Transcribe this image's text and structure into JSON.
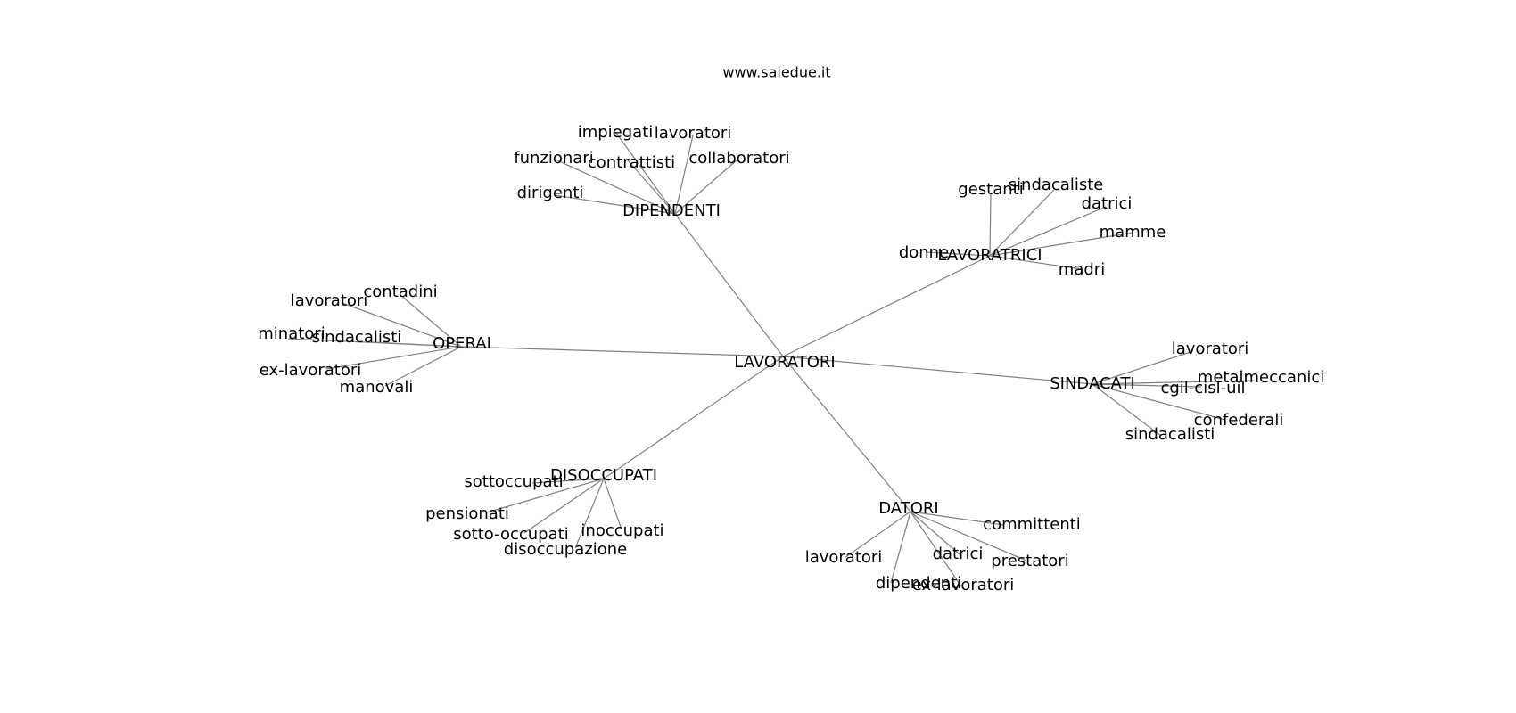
{
  "title": "www.saiedue.it",
  "graph": {
    "center": "LAVORATORI",
    "groups": [
      {
        "name": "DIPENDENTI",
        "children": [
          "impiegati",
          "lavoratori",
          "funzionari",
          "contrattisti",
          "collaboratori",
          "dirigenti"
        ]
      },
      {
        "name": "LAVORATRICI",
        "children": [
          "gestanti",
          "sindacaliste",
          "datrici",
          "mamme",
          "donne",
          "madri"
        ]
      },
      {
        "name": "OPERAI",
        "children": [
          "contadini",
          "lavoratori",
          "minatori",
          "sindacalisti",
          "ex-lavoratori",
          "manovali"
        ]
      },
      {
        "name": "SINDACATI",
        "children": [
          "lavoratori",
          "metalmeccanici",
          "cgil-cisl-uil",
          "confederali",
          "sindacalisti"
        ]
      },
      {
        "name": "DISOCCUPATI",
        "children": [
          "sottoccupati",
          "pensionati",
          "sotto-occupati",
          "inoccupati",
          "disoccupazione"
        ]
      },
      {
        "name": "DATORI",
        "children": [
          "committenti",
          "lavoratori",
          "datrici",
          "prestatori",
          "dipendenti",
          "ex-lavoratori"
        ]
      }
    ]
  }
}
